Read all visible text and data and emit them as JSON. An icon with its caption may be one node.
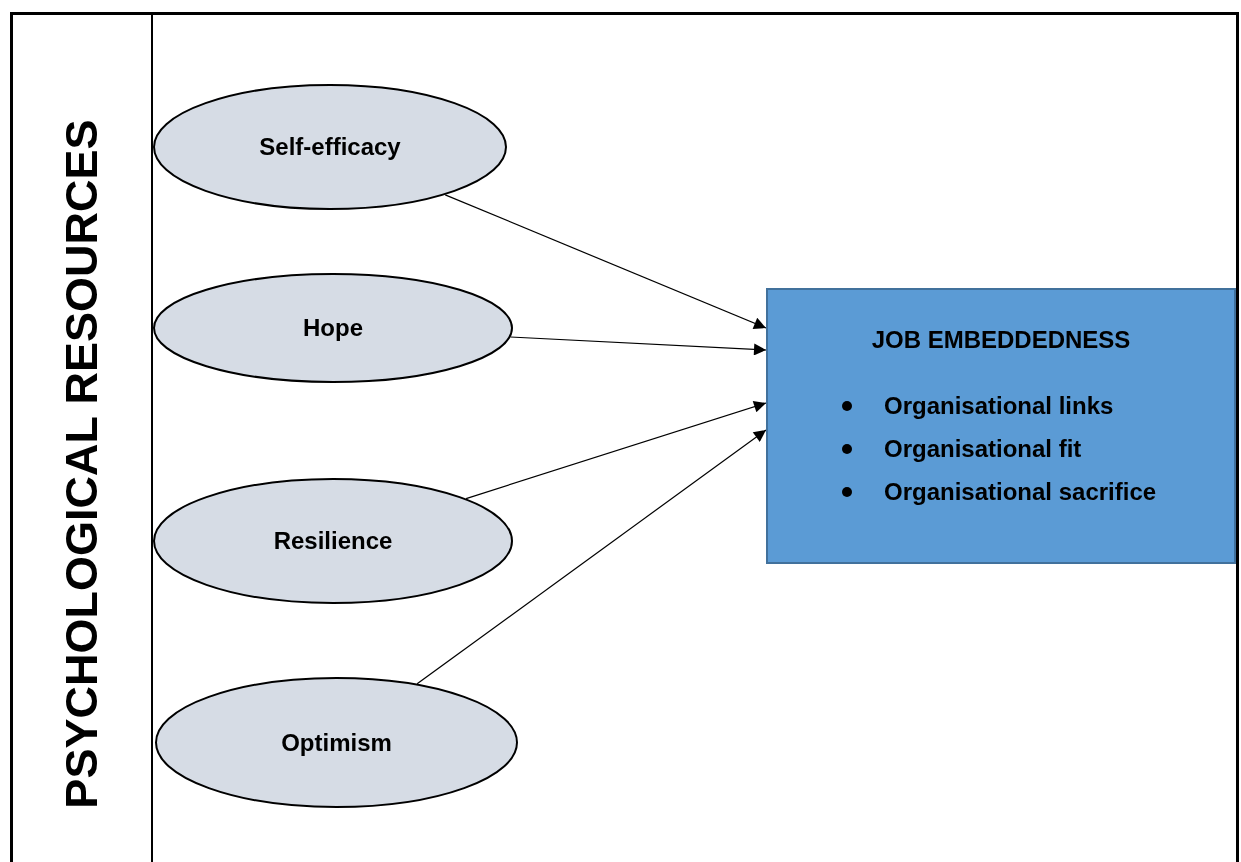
{
  "diagram": {
    "nodes": [
      {
        "text": [
          "PSYCHOLOGICAL RESOURCES"
        ]
      },
      {
        "text": [
          "Self-efficacy"
        ]
      },
      {
        "text": [
          "Hope"
        ]
      },
      {
        "text": [
          "Resilience"
        ]
      },
      {
        "text": [
          "Optimism"
        ]
      },
      {
        "text": [
          "JOB EMBEDDEDNESS",
          "Organisational links",
          "Organisational fit",
          "Organisational sacrifice"
        ]
      }
    ],
    "edges": [
      {
        "from": 1,
        "to": 5,
        "arrow": "to"
      },
      {
        "from": 2,
        "to": 5,
        "arrow": "to"
      },
      {
        "from": 3,
        "to": 5,
        "arrow": "to"
      },
      {
        "from": 4,
        "to": 5,
        "arrow": "to"
      }
    ]
  }
}
